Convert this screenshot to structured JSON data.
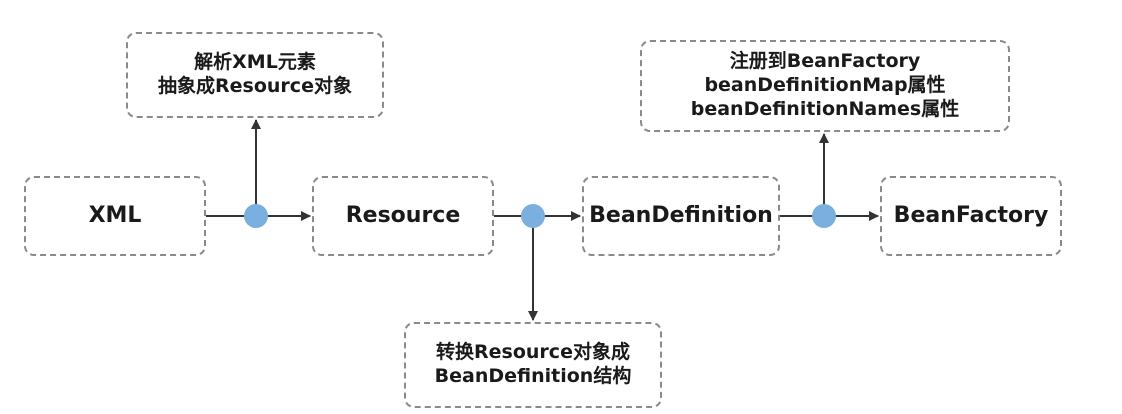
{
  "nodes": {
    "xml": "XML",
    "resource": "Resource",
    "bean_definition": "BeanDefinition",
    "bean_factory": "BeanFactory"
  },
  "notes": {
    "parse": [
      "解析XML元素",
      "抽象成Resource对象"
    ],
    "convert": [
      "转换Resource对象成",
      "BeanDefinition结构"
    ],
    "register": [
      "注册到BeanFactory",
      "beanDefinitionMap属性",
      "beanDefinitionNames属性"
    ]
  },
  "colors": {
    "junction_dot": "#7bafe0",
    "arrow": "#333333",
    "box_border": "#8a8a8a",
    "text": "#1a1a1a"
  }
}
